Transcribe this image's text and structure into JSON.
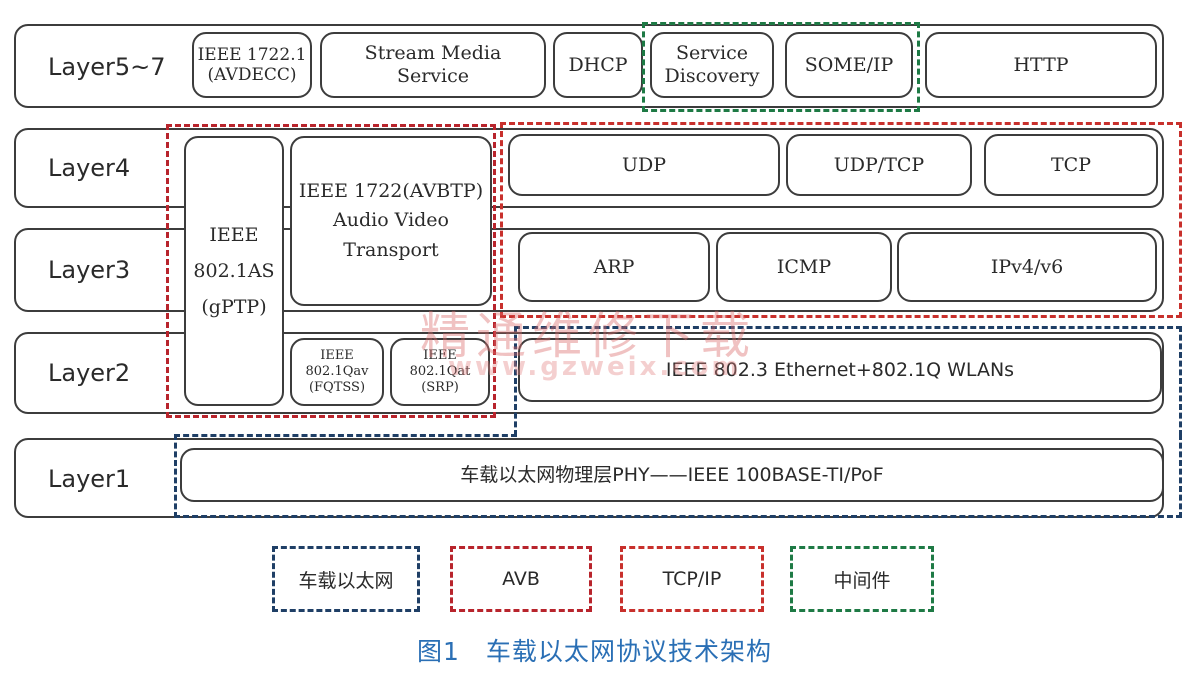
{
  "layers": {
    "l57": "Layer5~7",
    "l4": "Layer4",
    "l3": "Layer3",
    "l2": "Layer2",
    "l1": "Layer1"
  },
  "boxes": {
    "avdecc": "IEEE 1722.1\n(AVDECC)",
    "stream_media": "Stream Media\nService",
    "dhcp": "DHCP",
    "service_discovery": "Service\nDiscovery",
    "someip": "SOME/IP",
    "http": "HTTP",
    "gptp": "IEEE\n802.1AS\n(gPTP)",
    "avbtp": "IEEE 1722(AVBTP)\nAudio Video\nTransport",
    "udp": "UDP",
    "udptcp": "UDP/TCP",
    "tcp": "TCP",
    "arp": "ARP",
    "icmp": "ICMP",
    "ipv4v6": "IPv4/v6",
    "fqtss": "IEEE\n802.1Qav\n(FQTSS)",
    "srp": "IEEE\n802.1Qat\n(SRP)",
    "ethernet": "IEEE 802.3 Ethernet+802.1Q WLANs",
    "phy": "车载以太网物理层PHY——IEEE 100BASE-TI/PoF"
  },
  "legend": [
    {
      "label": "车载以太网",
      "color": "#1f3f66"
    },
    {
      "label": "AVB",
      "color": "#b8242c"
    },
    {
      "label": "TCP/IP",
      "color": "#c8302c"
    },
    {
      "label": "中间件",
      "color": "#1e7a45"
    }
  ],
  "caption": "图1　车载以太网协议技术架构",
  "watermark": {
    "cn": "精通维修下载",
    "url": "www.gzweix.com"
  }
}
